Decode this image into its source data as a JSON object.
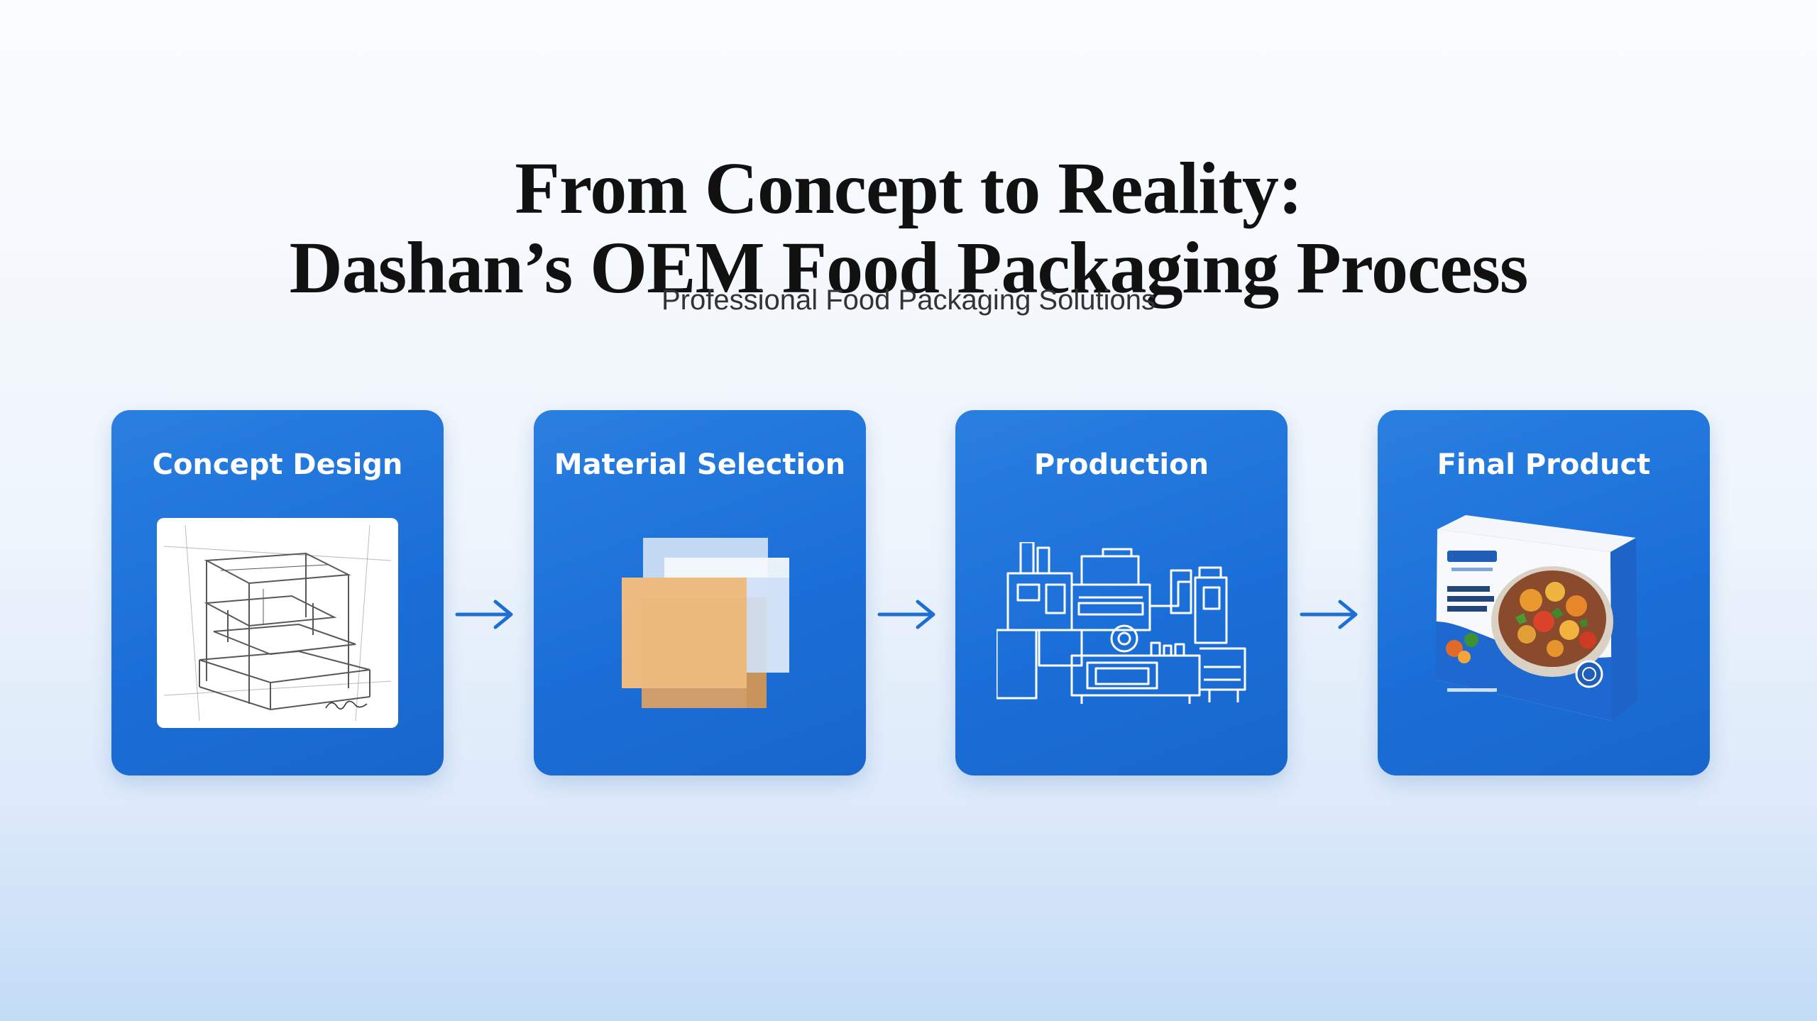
{
  "title": {
    "line1": "From Concept to Reality:",
    "line2": "Dashan’s OEM Food Packaging Process"
  },
  "subtitle": "Professional Food Packaging Solutions",
  "steps": [
    {
      "label": "Concept Design",
      "icon": "sketch-drawing-icon"
    },
    {
      "label": "Material Selection",
      "icon": "material-swatch-icon"
    },
    {
      "label": "Production",
      "icon": "factory-machine-icon"
    },
    {
      "label": "Final Product",
      "icon": "food-package-box-icon"
    }
  ],
  "colors": {
    "card_blue": "#1b6fd8",
    "arrow_blue": "#1f6fd2",
    "kraft": "#e8b87e"
  }
}
